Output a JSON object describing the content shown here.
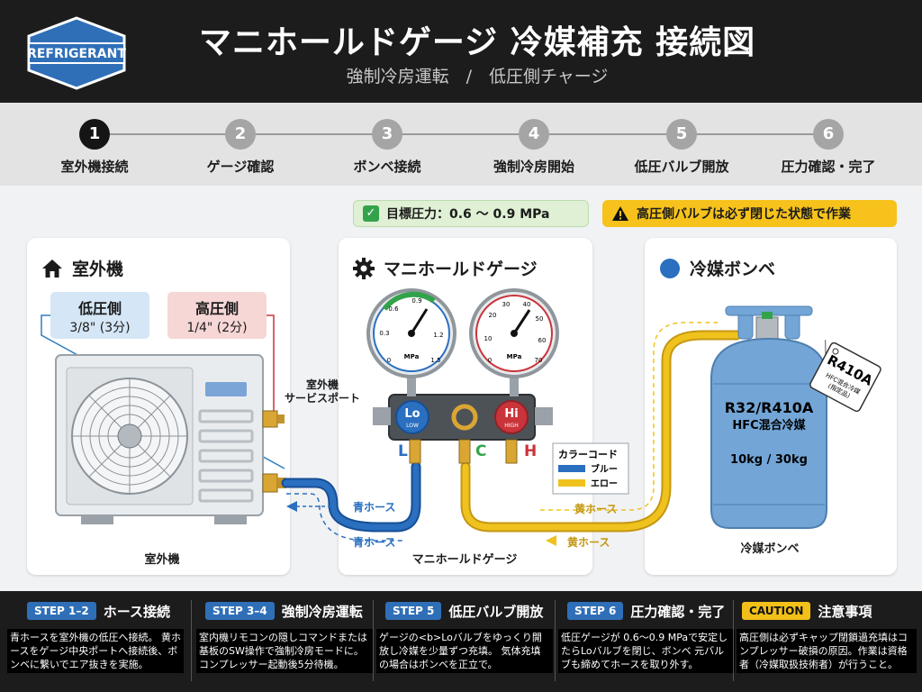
{
  "header": {
    "logo_text": "REFRIGERANT",
    "title": "マニホールドゲージ 冷媒補充 接続図",
    "subtitle": "強制冷房運転　/　低圧側チャージ"
  },
  "steps": [
    {
      "num": "1",
      "label": "室外機接続",
      "active": true
    },
    {
      "num": "2",
      "label": "ゲージ確認"
    },
    {
      "num": "3",
      "label": "ボンベ接続"
    },
    {
      "num": "4",
      "label": "強制冷房開始"
    },
    {
      "num": "5",
      "label": "低圧バルブ開放"
    },
    {
      "num": "6",
      "label": "圧力確認・完了"
    }
  ],
  "notes": {
    "target": "目標圧力：0.6 〜 0.9 MPa",
    "warning": "高圧側バルブは必ず閉じた状態で作業"
  },
  "outdoor": {
    "title": "室外機",
    "lo_title": "低圧側",
    "lo_size": "3/8\" (3分)",
    "hi_title": "高圧側",
    "hi_size": "1/4\" (2分)",
    "service_port": "室外機\nサービスポート",
    "caption": "室外機"
  },
  "manifold": {
    "title": "マニホールドゲージ",
    "caption": "マニホールドゲージ",
    "lo_knob": "Lo",
    "lo_sub": "LOW",
    "hi_knob": "Hi",
    "hi_sub": "HIGH",
    "port_l": "L",
    "port_c": "C",
    "port_h": "H",
    "gauge_unit": "MPa",
    "lo_ticks": [
      "0.3",
      "0.6",
      "0.9",
      "1.2",
      "1.5",
      "0"
    ],
    "hi_ticks": [
      "20",
      "30",
      "40",
      "50",
      "60",
      "70",
      "0",
      "10"
    ],
    "color_code_title": "カラーコード",
    "color_blue": "ブルー",
    "color_yellow": "エロー"
  },
  "hoses": {
    "blue_1": "青ホース",
    "blue_2": "青ホース",
    "yellow_1": "黄ホース",
    "yellow_2": "黄ホース"
  },
  "cylinder": {
    "title": "冷媒ボンベ",
    "type": "R32/R410A",
    "desc": "HFC混合冷媒",
    "weight": "10kg / 30kg",
    "tag_main": "R410A",
    "tag_sub": "HFC混合冷媒\n(指定品)",
    "caption": "冷媒ボンベ"
  },
  "bottom": [
    {
      "badge": "STEP 1–2",
      "title": "ホース接続",
      "body": "青ホースを室外機の低圧へ接続。 黄ホースをゲージ中央ポートへ接続後、ボンベに繋いでエア抜きを実施。"
    },
    {
      "badge": "STEP 3–4",
      "title": "強制冷房運転",
      "body": "室内機リモコンの隠しコマンドまたは基板のSW操作で強制冷房モードに。コンプレッサー起動後5分待機。"
    },
    {
      "badge": "STEP 5",
      "title": "低圧バルブ開放",
      "body": "ゲージの<b>Loバルブをゆっくり開放し冷媒を少量ずつ充填。 気体充填の場合はボンベを正立で。"
    },
    {
      "badge": "STEP 6",
      "title": "圧力確認・完了",
      "body": "低圧ゲージが 0.6〜0.9 MPaで安定したらLoバルブを閉じ、ボンベ 元バルブも締めてホースを取り外す。"
    },
    {
      "badge": "CAUTION",
      "title": "注意事項",
      "body": "高圧側は必ずキャップ閉鎖過充填はコンプレッサー破損の原因。作業は資格者（冷媒取扱技術者）が行うこと。"
    }
  ],
  "colors": {
    "blue_hose": "#2166b5",
    "yellow_hose": "#f0c21e",
    "lo_red": "#c9343a",
    "cylinder": "#73a6d6"
  }
}
